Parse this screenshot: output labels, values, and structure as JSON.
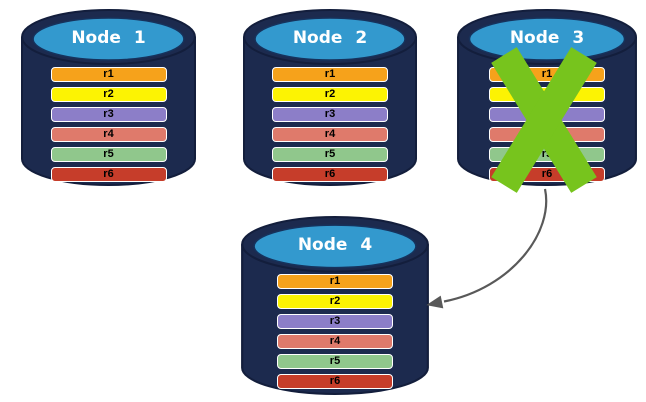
{
  "diagram": {
    "description": "Database replication diagram: failed node re-replicated to new node",
    "nodes": [
      {
        "label": "Node 1",
        "status": "active",
        "rows": [
          "r1",
          "r2",
          "r3",
          "r4",
          "r5",
          "r6"
        ]
      },
      {
        "label": "Node 2",
        "status": "active",
        "rows": [
          "r1",
          "r2",
          "r3",
          "r4",
          "r5",
          "r6"
        ]
      },
      {
        "label": "Node 3",
        "status": "failed",
        "rows": [
          "r1",
          "r2",
          "r3",
          "r4",
          "r5",
          "r6"
        ]
      },
      {
        "label": "Node 4",
        "status": "active",
        "rows": [
          "r1",
          "r2",
          "r3",
          "r4",
          "r5",
          "r6"
        ]
      }
    ],
    "row_colors": {
      "r1": "#F6A21B",
      "r2": "#FCF303",
      "r3": "#8C7EC8",
      "r4": "#DF7A6B",
      "r5": "#90C78C",
      "r6": "#C63D2A"
    },
    "colors": {
      "cylinder_body": "#1C2A4E",
      "cylinder_outline": "#131E3C",
      "cylinder_top_cap": "#3399CE",
      "node_label_text": "#FFFFFF",
      "row_text": "#000000",
      "row_border": "#FFFFFF",
      "failure_x": "#77C41D",
      "arrow": "#595959",
      "background": "#FFFFFF"
    },
    "arrow": {
      "from": "Node 3",
      "to": "Node 4"
    }
  }
}
